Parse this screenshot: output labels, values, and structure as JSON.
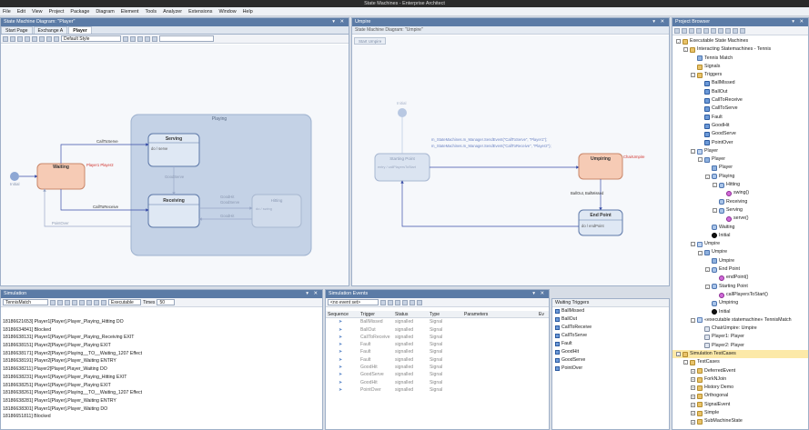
{
  "window": {
    "title": "State Machines - Enterprise Architect"
  },
  "menu": [
    "File",
    "Edit",
    "View",
    "Project",
    "Package",
    "Diagram",
    "Element",
    "Tools",
    "Analyzer",
    "Extensions",
    "Window",
    "Help"
  ],
  "left_panel": {
    "header": "State Machine Diagram: \"Player\"",
    "tabs": [
      "Start Page",
      "Exchange A",
      "Player"
    ],
    "style_combo": "Default Style",
    "diagram": {
      "states": {
        "waiting": "Waiting",
        "playing": "Playing",
        "serving": "Serving",
        "serving_do": "do / serve",
        "receiving": "Receiving",
        "hitting": "Hitting",
        "hitting_do": "do / swing"
      },
      "labels": {
        "initial": "Initial",
        "call_to_serve": "CallToServe",
        "call_to_receive": "CallToReceive",
        "good_serve": "GoodServe",
        "good_hit": "GoodHit",
        "good_serve2": "GoodServe",
        "good_hit2": "GoodHit",
        "point_over": "PointOver",
        "player_tag": "Player1 Player2"
      }
    }
  },
  "right_diagram": {
    "header": "Umpire",
    "subheader": "State Machine Diagram: \"Umpire\"",
    "tab": "Start Umpire",
    "diagram": {
      "initial": "Initial",
      "starting_point": "Starting Point",
      "starting_do": "entry / callPlayersToStart",
      "umpiring": "Umpiring",
      "end_point": "End Point",
      "end_do": "do / endPoint",
      "note1": "m_StateMachines.m_Manager.SendEvent(\"CallToServe\", \"Player1\");",
      "note2": "m_StateMachines.m_Manager.SendEvent(\"CallToReceive\", \"Player2\");",
      "ball_out": "BallOut, BallMissed",
      "tag": "ChairUmpire"
    }
  },
  "project_browser": {
    "header": "Project Browser",
    "items": [
      {
        "label": "Executable State Machines",
        "indent": 0,
        "icon": "pkg",
        "ex": "-"
      },
      {
        "label": "Interacting Statemachines - Tennis",
        "indent": 1,
        "icon": "pkg",
        "ex": "-"
      },
      {
        "label": "Tennis Match",
        "indent": 2,
        "icon": "sm",
        "ex": ""
      },
      {
        "label": "Signals",
        "indent": 2,
        "icon": "pkg",
        "ex": ""
      },
      {
        "label": "Triggers",
        "indent": 2,
        "icon": "pkg",
        "ex": "-"
      },
      {
        "label": "BallMissed",
        "indent": 3,
        "icon": "tr",
        "ex": ""
      },
      {
        "label": "BallOut",
        "indent": 3,
        "icon": "tr",
        "ex": ""
      },
      {
        "label": "CallToReceive",
        "indent": 3,
        "icon": "tr",
        "ex": ""
      },
      {
        "label": "CallToServe",
        "indent": 3,
        "icon": "tr",
        "ex": ""
      },
      {
        "label": "Fault",
        "indent": 3,
        "icon": "tr",
        "ex": ""
      },
      {
        "label": "GoodHit",
        "indent": 3,
        "icon": "tr",
        "ex": ""
      },
      {
        "label": "GoodServe",
        "indent": 3,
        "icon": "tr",
        "ex": ""
      },
      {
        "label": "PointOver",
        "indent": 3,
        "icon": "tr",
        "ex": ""
      },
      {
        "label": "Player",
        "indent": 2,
        "icon": "cls",
        "ex": "-"
      },
      {
        "label": "Player",
        "indent": 3,
        "icon": "sm",
        "ex": "-"
      },
      {
        "label": "Player",
        "indent": 4,
        "icon": "sm",
        "ex": ""
      },
      {
        "label": "Playing",
        "indent": 4,
        "icon": "st",
        "ex": "-"
      },
      {
        "label": "Hitting",
        "indent": 5,
        "icon": "st",
        "ex": "-"
      },
      {
        "label": "swing()",
        "indent": 6,
        "icon": "op",
        "ex": ""
      },
      {
        "label": "Receiving",
        "indent": 5,
        "icon": "st",
        "ex": ""
      },
      {
        "label": "Serving",
        "indent": 5,
        "icon": "st",
        "ex": "-"
      },
      {
        "label": "serve()",
        "indent": 6,
        "icon": "op",
        "ex": ""
      },
      {
        "label": "Waiting",
        "indent": 4,
        "icon": "st",
        "ex": ""
      },
      {
        "label": "Initial",
        "indent": 4,
        "icon": "init",
        "ex": ""
      },
      {
        "label": "Umpire",
        "indent": 2,
        "icon": "cls",
        "ex": "-"
      },
      {
        "label": "Umpire",
        "indent": 3,
        "icon": "sm",
        "ex": "-"
      },
      {
        "label": "Umpire",
        "indent": 4,
        "icon": "sm",
        "ex": ""
      },
      {
        "label": "End Point",
        "indent": 4,
        "icon": "st",
        "ex": "-"
      },
      {
        "label": "endPoint()",
        "indent": 5,
        "icon": "op",
        "ex": ""
      },
      {
        "label": "Starting Point",
        "indent": 4,
        "icon": "st",
        "ex": "-"
      },
      {
        "label": "callPlayersToStart()",
        "indent": 5,
        "icon": "op",
        "ex": ""
      },
      {
        "label": "Umpiring",
        "indent": 4,
        "icon": "st",
        "ex": ""
      },
      {
        "label": "Initial",
        "indent": 4,
        "icon": "init",
        "ex": ""
      },
      {
        "label": "«executable statemachine» TennisMatch",
        "indent": 2,
        "icon": "cls",
        "ex": "-"
      },
      {
        "label": "ChairUmpire: Umpire",
        "indent": 3,
        "icon": "obj",
        "ex": ""
      },
      {
        "label": "Player1: Player",
        "indent": 3,
        "icon": "obj",
        "ex": ""
      },
      {
        "label": "Player2: Player",
        "indent": 3,
        "icon": "obj",
        "ex": ""
      },
      {
        "label": "Simulation TestCases",
        "indent": 0,
        "icon": "pkg",
        "ex": "-",
        "selected": true
      },
      {
        "label": "TestCases",
        "indent": 1,
        "icon": "pkg",
        "ex": "-"
      },
      {
        "label": "DeferredEvent",
        "indent": 2,
        "icon": "pkg",
        "ex": "+"
      },
      {
        "label": "ForkNJoin",
        "indent": 2,
        "icon": "pkg",
        "ex": "+"
      },
      {
        "label": "History Demo",
        "indent": 2,
        "icon": "pkg",
        "ex": "+"
      },
      {
        "label": "Orthogonal",
        "indent": 2,
        "icon": "pkg",
        "ex": "+"
      },
      {
        "label": "SignalEvent",
        "indent": 2,
        "icon": "pkg",
        "ex": "+"
      },
      {
        "label": "Simple",
        "indent": 2,
        "icon": "pkg",
        "ex": "+"
      },
      {
        "label": "SubMachineState",
        "indent": 2,
        "icon": "pkg",
        "ex": "+"
      }
    ]
  },
  "simulation": {
    "header": "Simulation",
    "combo": "TennisMatch",
    "mode": "Executable",
    "times_label": "Times",
    "times_value": "50",
    "log": [
      "18186621653]   Player1[Player].Player_Playing_Hitting DO",
      "18186634841]   Blocked",
      "18186638131]   Player1[Player].Player_Playing_Receiving EXIT",
      "18186638151]   Player2[Player].Player_Playing EXIT",
      "18186638171]   Player2[Player].Playing__TO__Waiting_1207 Effect",
      "18186638191]   Player2[Player].Player_Waiting ENTRY",
      "18186638211]   Player2[Player].Player_Waiting DO",
      "18186638231]   Player1[Player].Player_Playing_Hitting EXIT",
      "18186638251]   Player1[Player].Player_Playing EXIT",
      "18186638261]   Player1[Player].Playing__TO__Waiting_1207 Effect",
      "18186638281]   Player1[Player].Player_Waiting ENTRY",
      "18186638301]   Player1[Player].Player_Waiting DO",
      "18186651811]   Blocked"
    ]
  },
  "sim_events": {
    "header": "Simulation Events",
    "combo": "<no event set>",
    "columns": [
      "Sequence",
      "Trigger",
      "Status",
      "Type",
      "Parameters",
      "Ev"
    ],
    "rows": [
      {
        "trigger": "BallMissed",
        "status": "signalled",
        "type": "Signal"
      },
      {
        "trigger": "BallOut",
        "status": "signalled",
        "type": "Signal"
      },
      {
        "trigger": "CallToReceive",
        "status": "signalled",
        "type": "Signal"
      },
      {
        "trigger": "Fault",
        "status": "signalled",
        "type": "Signal"
      },
      {
        "trigger": "Fault",
        "status": "signalled",
        "type": "Signal"
      },
      {
        "trigger": "Fault",
        "status": "signalled",
        "type": "Signal"
      },
      {
        "trigger": "GoodHit",
        "status": "signalled",
        "type": "Signal"
      },
      {
        "trigger": "GoodServe",
        "status": "signalled",
        "type": "Signal"
      },
      {
        "trigger": "GoodHit",
        "status": "signalled",
        "type": "Signal"
      },
      {
        "trigger": "PointOver",
        "status": "signalled",
        "type": "Signal"
      }
    ],
    "waiting_header": "Waiting Triggers",
    "waiting": [
      "BallMissed",
      "BallOut",
      "CallToReceive",
      "CallToServe",
      "Fault",
      "GoodHit",
      "GoodServe",
      "PointOver"
    ]
  }
}
